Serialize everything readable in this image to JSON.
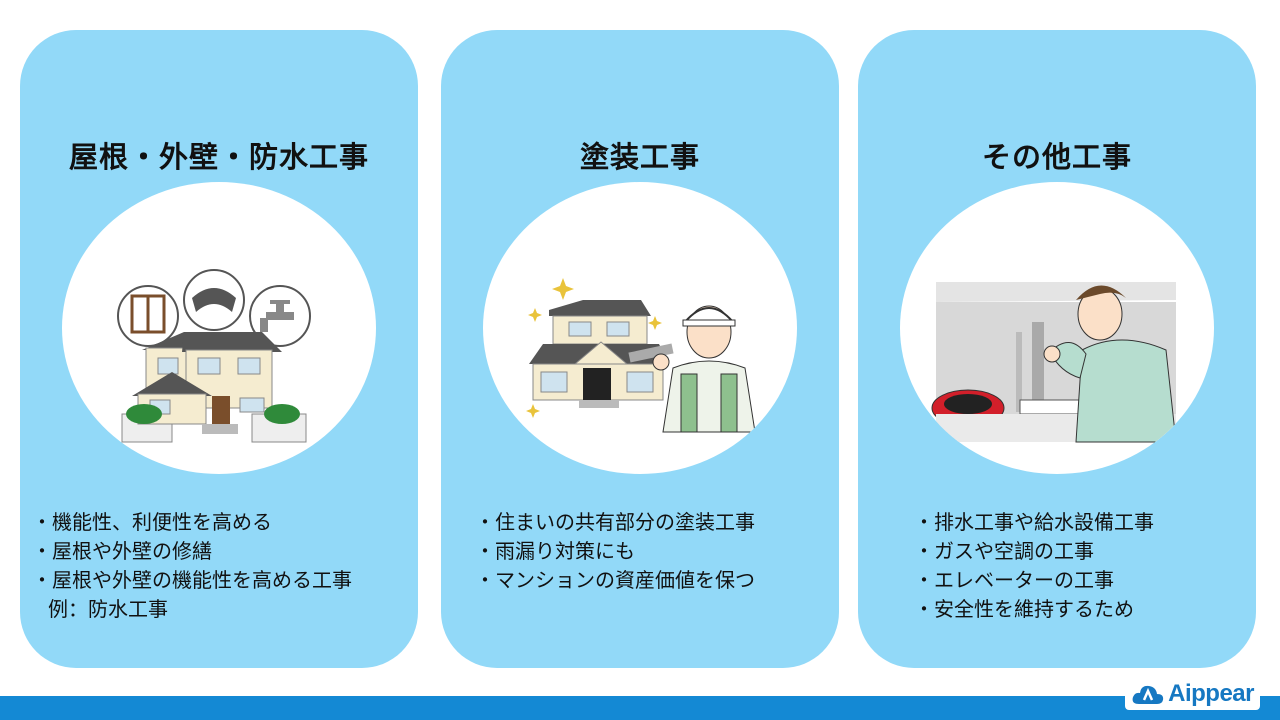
{
  "cards": [
    {
      "title": "屋根・外壁・防水工事",
      "bullets": [
        "・機能性、利便性を高める",
        "・屋根や外壁の修繕",
        "・屋根や外壁の機能性を高める工事"
      ],
      "example": "例：防水工事"
    },
    {
      "title": "塗装工事",
      "bullets": [
        "・住まいの共有部分の塗装工事",
        "・雨漏り対策にも",
        "・マンションの資産価値を保つ"
      ]
    },
    {
      "title": "その他工事",
      "bullets": [
        "・排水工事や給水設備工事",
        "・ガスや空調の工事",
        "・エレベーターの工事",
        "・安全性を維持するため"
      ]
    }
  ],
  "logo": {
    "text": "Aippear",
    "icon": "cloud-logo-icon"
  },
  "colors": {
    "card": "#92d9f8",
    "bar": "#1489d4",
    "logo": "#1678c2"
  }
}
